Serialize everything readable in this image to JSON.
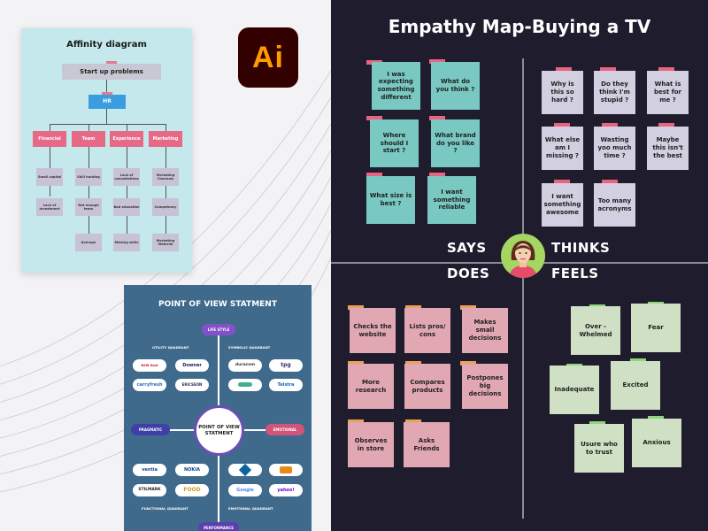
{
  "affinity": {
    "title": "Affinity diagram",
    "root": "Start up problems",
    "hub": "HR",
    "categories": [
      "Financial",
      "Team",
      "Experience",
      "Marketing"
    ],
    "items": {
      "financial": [
        "Small capital",
        "Lack of investment"
      ],
      "team": [
        "Skill hunting",
        "Not enough team",
        "Average"
      ],
      "experience": [
        "Lack of consultations",
        "Bad education",
        "Missing skills"
      ],
      "marketing": [
        "Marketing Channels",
        "Competency",
        "Marketing Material"
      ]
    }
  },
  "ai_logo": {
    "text": "Ai"
  },
  "pov": {
    "title": "POINT OF VIEW STATMENT",
    "center": "POINT OF VIEW STATMENT",
    "pills": {
      "top": "LIFE STYLE",
      "left": "PRAGMATIC",
      "right": "EMOTIONAL",
      "bottom": "PERFORMANCE"
    },
    "quadrants": {
      "tl": "UTILITY QUADRANT",
      "tr": "SYMBOLIC QUADRANT",
      "bl": "FUNCTIONAL QUADRANT",
      "br": "EMOTIONAL QUADRANT"
    },
    "logos": {
      "utility": [
        "NSW Govt Authority",
        "Downer",
        "carryfresh",
        "ERICSSON"
      ],
      "symbolic": [
        "duracom",
        "tpg",
        "Telstra"
      ],
      "functional": [
        "ventia",
        "NOKIA",
        "STILMARK",
        "FOOD"
      ],
      "emotional": [
        "Google",
        "yahoo!"
      ]
    }
  },
  "empathy": {
    "title": "Empathy Map-Buying a TV",
    "labels": {
      "says": "SAYS",
      "thinks": "THINKS",
      "does": "DOES",
      "feels": "FEELS"
    },
    "says": [
      "I was expecting something different",
      "What do you think ?",
      "Where should I start ?",
      "What brand do you like ?",
      "What size is best ?",
      "I want something reliable"
    ],
    "thinks": [
      "Why is this so hard ?",
      "Do they think I'm stupid ?",
      "What is best for me ?",
      "What else am I missing ?",
      "Wasting yoo much time ?",
      "Maybe this isn't the best",
      "I want something awesome",
      "Too many acronyms"
    ],
    "does": [
      "Checks the website",
      "Lists pros/ cons",
      "Makes small decisions",
      "More research",
      "Compares products",
      "Postpones big decisions",
      "Observes in store",
      "Asks Friends"
    ],
    "feels": [
      "Over - Whelmed",
      "Fear",
      "Inadequate",
      "Excited",
      "Usure who to trust",
      "Anxious"
    ]
  },
  "colors": {
    "dark_bg": "#1f1c2d",
    "teal_note": "#79c9c2",
    "lavender_note": "#d2cfe0",
    "pink_note": "#e1a8b4",
    "green_note": "#cfe0c4",
    "ai_orange": "#ff9a00"
  }
}
